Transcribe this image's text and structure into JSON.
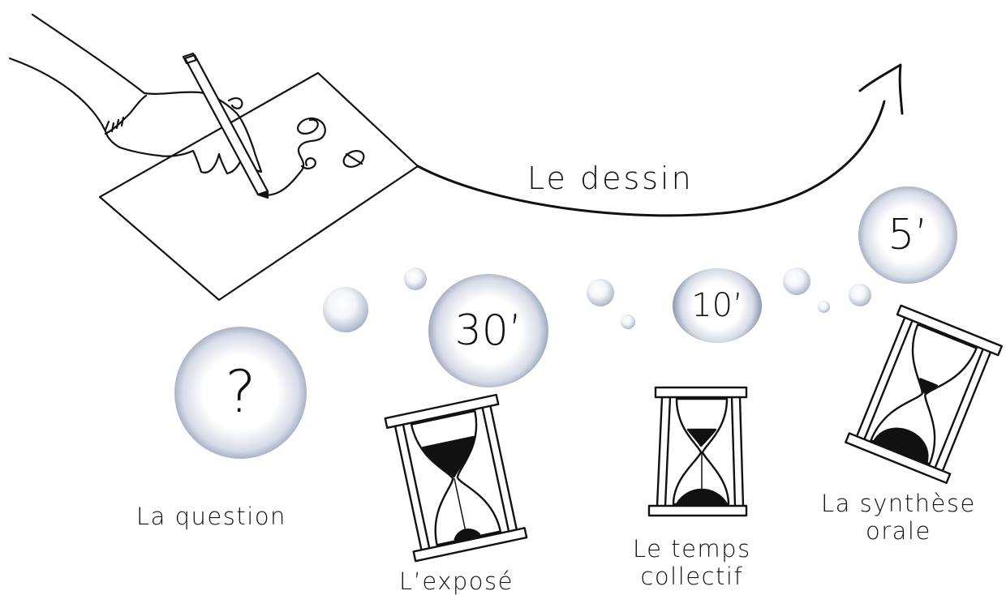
{
  "title": "Le dessin",
  "bubbles": {
    "question": "?",
    "expose": "30’",
    "collectif": "10’",
    "synthese": "5’"
  },
  "labels": {
    "question": "La question",
    "expose": "L’exposé",
    "collectif_line1": "Le temps",
    "collectif_line2": "collectif",
    "synthese_line1": "La synthèse",
    "synthese_line2": "orale"
  },
  "colors": {
    "bubble_edge": "#1c2a4d",
    "ink": "#111111"
  },
  "icons": [
    "drawing-hand-icon",
    "pencil-icon",
    "paper-sheet-icon",
    "curved-arrow-icon",
    "hourglass-icon"
  ]
}
